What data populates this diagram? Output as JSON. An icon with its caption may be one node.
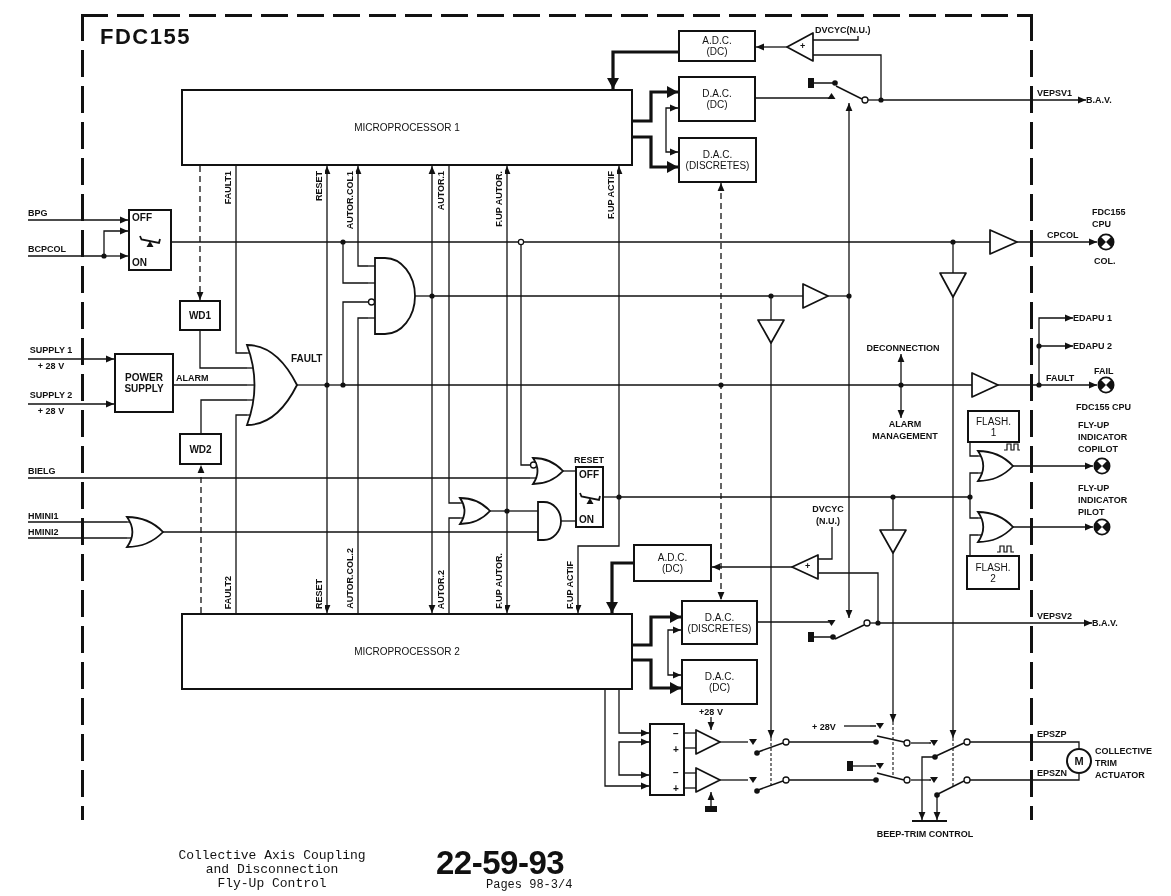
{
  "diagram": {
    "caption": "Collective Axis Coupling and Disconnection Fly-Up Control",
    "nodes": [
      {
        "text": [
          "FDC155"
        ]
      },
      {
        "text": [
          "MICROPROCESSOR 1"
        ],
        "in": 0
      },
      {
        "text": [
          "A.D.C. (DC)"
        ],
        "in": 0
      },
      {
        "text": [
          "D.A.C. (DC)"
        ],
        "in": 0
      },
      {
        "text": [
          "D.A.C. (DISCRETES)"
        ],
        "in": 0
      },
      {
        "text": [
          "OFF",
          "ON"
        ],
        "in": 0
      },
      {
        "text": [
          "WD1"
        ],
        "in": 0
      },
      {
        "text": [
          "POWER SUPPLY"
        ],
        "in": 0
      },
      {
        "text": [
          "WD2"
        ],
        "in": 0
      },
      {
        "text": [
          "OFF",
          "ON"
        ],
        "beside": [
          "RESET"
        ],
        "in": 0
      },
      {
        "text": [
          "A.D.C. (DC)"
        ],
        "in": 0
      },
      {
        "text": [
          "MICROPROCESSOR 2"
        ],
        "in": 0
      },
      {
        "text": [
          "D.A.C. (DISCRETES)"
        ],
        "in": 0
      },
      {
        "text": [
          "D.A.C. (DC)"
        ],
        "in": 0
      },
      {
        "text": [
          "FLASH. 1"
        ],
        "in": 0
      },
      {
        "text": [
          "FLASH. 2"
        ],
        "in": 0
      },
      {
        "text": [
          "−",
          "+",
          "−",
          "+"
        ],
        "in": 0
      },
      {
        "text": [
          "M"
        ],
        "beside": [
          "COLLECTIVE TRIM ACTUATOR"
        ]
      },
      {
        "text": [
          "BPG"
        ]
      },
      {
        "text": [
          "BCPCOL"
        ]
      },
      {
        "text": [
          "SUPPLY 1",
          "+ 28 V"
        ]
      },
      {
        "text": [
          "SUPPLY 2",
          "+ 28 V"
        ]
      },
      {
        "text": [
          "BIELG"
        ]
      },
      {
        "text": [
          "HMINI1"
        ]
      },
      {
        "text": [
          "HMINI2"
        ]
      },
      {
        "text": [
          "B.A.V."
        ]
      },
      {
        "text": [
          "B.A.V."
        ]
      },
      {
        "text": [
          "EDAPU 1"
        ]
      },
      {
        "text": [
          "EDAPU 2"
        ]
      },
      {
        "text": [],
        "shape": "circle",
        "beside": [
          "FDC155 CPU",
          "COL."
        ]
      },
      {
        "text": [],
        "shape": "circle",
        "beside": [
          "FAIL",
          "FDC155 CPU"
        ]
      },
      {
        "text": [],
        "shape": "circle",
        "beside": [
          "FLY-UP INDICATOR COPILOT"
        ]
      },
      {
        "text": [],
        "shape": "circle",
        "beside": [
          "FLY-UP INDICATOR PILOT"
        ]
      },
      {
        "text": [
          "DECONNECTION"
        ],
        "in": 0
      },
      {
        "text": [
          "ALARM MANAGEMENT"
        ],
        "in": 0
      },
      {
        "text": [
          "BEEP-TRIM CONTROL"
        ]
      },
      {
        "text": [
          "+28 V"
        ],
        "in": 0
      },
      {
        "text": [
          "+ 28V"
        ],
        "in": 0
      },
      {
        "text": [
          "+"
        ],
        "in": 0
      },
      {
        "text": [
          "+"
        ],
        "in": 0
      },
      {
        "text": [],
        "shape": "triangle",
        "in": 0
      },
      {
        "text": [],
        "shape": "triangle",
        "in": 0
      },
      {
        "text": [],
        "shape": "gate",
        "in": 0
      },
      {
        "text": [],
        "shape": "gate",
        "in": 0
      },
      {
        "text": [],
        "shape": "gate",
        "in": 0
      },
      {
        "text": [],
        "shape": "gate",
        "in": 0
      },
      {
        "text": [],
        "shape": "gate",
        "in": 0
      },
      {
        "text": [],
        "shape": "gate",
        "in": 0
      },
      {
        "text": [],
        "shape": "gate",
        "in": 0
      },
      {
        "text": [],
        "shape": "gate",
        "in": 0
      },
      {
        "text": [],
        "shape": "triangle",
        "in": 0
      },
      {
        "text": [],
        "shape": "triangle",
        "in": 0
      },
      {
        "text": [],
        "shape": "triangle",
        "in": 0
      },
      {
        "text": [],
        "shape": "triangle",
        "in": 0
      },
      {
        "text": [],
        "shape": "triangle",
        "in": 0
      },
      {
        "text": [],
        "shape": "triangle",
        "in": 0
      },
      {
        "text": [],
        "shape": "switch",
        "in": 0
      },
      {
        "text": [],
        "shape": "switch",
        "in": 0
      },
      {
        "text": [],
        "shape": "switch",
        "in": 0
      },
      {
        "text": [],
        "shape": "switch",
        "in": 0
      },
      {
        "text": [],
        "shape": "switch",
        "in": 0
      },
      {
        "text": [],
        "shape": "ground",
        "in": 0
      },
      {
        "text": [],
        "shape": "ground",
        "in": 0
      },
      {
        "text": [
          "DVCYC(N.U.)"
        ],
        "in": 0
      },
      {
        "text": [
          "DVCYC (N.U.)"
        ],
        "in": 0
      }
    ],
    "edges": [
      {
        "from": 2,
        "to": 1,
        "arrow": "to",
        "style": "thick"
      },
      {
        "from": 1,
        "to": 3,
        "arrow": "to",
        "style": "thick"
      },
      {
        "from": 1,
        "to": 4,
        "arrow": "to",
        "style": "thick"
      },
      {
        "from": 3,
        "to": 4,
        "arrow": "both"
      },
      {
        "from": 38,
        "to": 2,
        "arrow": "to"
      },
      {
        "from": 63,
        "to": 38,
        "arrow": "none"
      },
      {
        "from": 3,
        "to": 56,
        "arrow": "none"
      },
      {
        "from": 56,
        "to": 38,
        "arrow": "none"
      },
      {
        "from": 56,
        "to": 25,
        "arrow": "to",
        "label": "VEPSV1"
      },
      {
        "from": 1,
        "to": 6,
        "arrow": "to",
        "style": "dashed"
      },
      {
        "from": 18,
        "to": 5,
        "arrow": "to"
      },
      {
        "from": 19,
        "to": 5,
        "arrow": "to"
      },
      {
        "from": 19,
        "to": 5,
        "arrow": "to"
      },
      {
        "from": 5,
        "to": 50,
        "arrow": "none"
      },
      {
        "from": 50,
        "to": 29,
        "arrow": "to",
        "label": "CPCOL"
      },
      {
        "from": 5,
        "to": 43,
        "arrow": "none"
      },
      {
        "from": 5,
        "to": 44,
        "arrow": "none"
      },
      {
        "from": 5,
        "to": 54,
        "arrow": "none"
      },
      {
        "from": 20,
        "to": 7,
        "arrow": "to"
      },
      {
        "from": 21,
        "to": 7,
        "arrow": "to"
      },
      {
        "from": 1,
        "to": 42,
        "arrow": "none",
        "label": "FAULT1"
      },
      {
        "from": 6,
        "to": 42,
        "arrow": "none"
      },
      {
        "from": 7,
        "to": 42,
        "arrow": "none",
        "label": "ALARM"
      },
      {
        "from": 8,
        "to": 42,
        "arrow": "none"
      },
      {
        "from": 11,
        "to": 42,
        "arrow": "none",
        "label": "FAULT2"
      },
      {
        "from": 11,
        "to": 8,
        "arrow": "to",
        "style": "dashed"
      },
      {
        "from": 42,
        "to": 1,
        "arrow": "to",
        "label": "RESET"
      },
      {
        "from": 42,
        "to": 11,
        "arrow": "to",
        "label": "RESET"
      },
      {
        "from": 42,
        "to": 43,
        "arrow": "none"
      },
      {
        "from": 4,
        "to": 12,
        "arrow": "both",
        "style": "dashed"
      },
      {
        "from": 42,
        "to": 33,
        "arrow": "to"
      },
      {
        "from": 42,
        "to": 34,
        "arrow": "to"
      },
      {
        "from": 42,
        "to": 52,
        "arrow": "none"
      },
      {
        "from": 52,
        "to": 30,
        "arrow": "to",
        "label": "FAULT"
      },
      {
        "from": 52,
        "to": 27,
        "arrow": "to"
      },
      {
        "from": 52,
        "to": 28,
        "arrow": "to"
      },
      {
        "from": 43,
        "to": 1,
        "arrow": "to",
        "label": "AUTOR.COL1"
      },
      {
        "from": 11,
        "to": 43,
        "arrow": "none",
        "label": "AUTOR.COL.2"
      },
      {
        "from": 43,
        "to": 11,
        "arrow": "to"
      },
      {
        "from": 43,
        "to": 1,
        "arrow": "to"
      },
      {
        "from": 43,
        "to": 51,
        "arrow": "none"
      },
      {
        "from": 43,
        "to": 53,
        "arrow": "none"
      },
      {
        "from": 51,
        "to": 56,
        "arrow": "to"
      },
      {
        "from": 51,
        "to": 57,
        "arrow": "to"
      },
      {
        "from": 53,
        "to": 58,
        "arrow": "to"
      },
      {
        "from": 54,
        "to": 60,
        "arrow": "to"
      },
      {
        "from": 1,
        "to": 45,
        "arrow": "none",
        "label": "AUTOR.1"
      },
      {
        "from": 11,
        "to": 45,
        "arrow": "none",
        "label": "AUTOR.2"
      },
      {
        "from": 45,
        "to": 1,
        "arrow": "to",
        "label": "F.UP AUTOR."
      },
      {
        "from": 45,
        "to": 11,
        "arrow": "to",
        "label": "F.UP AUTOR."
      },
      {
        "from": 45,
        "to": 46,
        "arrow": "none"
      },
      {
        "from": 22,
        "to": 44,
        "arrow": "none"
      },
      {
        "from": 23,
        "to": 47,
        "arrow": "none"
      },
      {
        "from": 24,
        "to": 47,
        "arrow": "none"
      },
      {
        "from": 47,
        "to": 46,
        "arrow": "none"
      },
      {
        "from": 44,
        "to": 9,
        "arrow": "none"
      },
      {
        "from": 46,
        "to": 9,
        "arrow": "none"
      },
      {
        "from": 9,
        "to": 1,
        "arrow": "to",
        "label": "F.UP ACTIF"
      },
      {
        "from": 9,
        "to": 11,
        "arrow": "to",
        "label": "F.UP ACTIF"
      },
      {
        "from": 9,
        "to": 48,
        "arrow": "none"
      },
      {
        "from": 9,
        "to": 49,
        "arrow": "none"
      },
      {
        "from": 9,
        "to": 55,
        "arrow": "none"
      },
      {
        "from": 55,
        "to": 59,
        "arrow": "to"
      },
      {
        "from": 14,
        "to": 48,
        "arrow": "none"
      },
      {
        "from": 15,
        "to": 49,
        "arrow": "none"
      },
      {
        "from": 48,
        "to": 31,
        "arrow": "to"
      },
      {
        "from": 49,
        "to": 32,
        "arrow": "to"
      },
      {
        "from": 10,
        "to": 11,
        "arrow": "to",
        "style": "thick"
      },
      {
        "from": 39,
        "to": 10,
        "arrow": "to"
      },
      {
        "from": 64,
        "to": 39,
        "arrow": "none"
      },
      {
        "from": 57,
        "to": 39,
        "arrow": "none"
      },
      {
        "from": 12,
        "to": 57,
        "arrow": "none"
      },
      {
        "from": 57,
        "to": 26,
        "arrow": "to",
        "label": "VEPSV2"
      },
      {
        "from": 11,
        "to": 12,
        "arrow": "to",
        "style": "thick"
      },
      {
        "from": 11,
        "to": 13,
        "arrow": "to",
        "style": "thick"
      },
      {
        "from": 12,
        "to": 13,
        "arrow": "both"
      },
      {
        "from": 11,
        "to": 16,
        "arrow": "to"
      },
      {
        "from": 11,
        "to": 16,
        "arrow": "to"
      },
      {
        "from": 16,
        "to": 16,
        "arrow": "both"
      },
      {
        "from": 16,
        "to": 40,
        "arrow": "none"
      },
      {
        "from": 16,
        "to": 40,
        "arrow": "none"
      },
      {
        "from": 16,
        "to": 41,
        "arrow": "none"
      },
      {
        "from": 16,
        "to": 41,
        "arrow": "none"
      },
      {
        "from": 36,
        "to": 40,
        "arrow": "to"
      },
      {
        "from": 61,
        "to": 41,
        "arrow": "to"
      },
      {
        "from": 40,
        "to": 58,
        "arrow": "none"
      },
      {
        "from": 41,
        "to": 58,
        "arrow": "none"
      },
      {
        "from": 58,
        "to": 59,
        "arrow": "none"
      },
      {
        "from": 58,
        "to": 59,
        "arrow": "none"
      },
      {
        "from": 37,
        "to": 59,
        "arrow": "none"
      },
      {
        "from": 62,
        "to": 59,
        "arrow": "none"
      },
      {
        "from": 59,
        "to": 60,
        "arrow": "none"
      },
      {
        "from": 59,
        "to": 60,
        "arrow": "none"
      },
      {
        "from": 60,
        "to": 17,
        "arrow": "none",
        "label": "EPSZP"
      },
      {
        "from": 60,
        "to": 17,
        "arrow": "none",
        "label": "EPSZN"
      },
      {
        "from": 60,
        "to": 35,
        "arrow": "to"
      },
      {
        "from": 60,
        "to": 35,
        "arrow": "to"
      }
    ],
    "labels": [
      "FAULT",
      "22-59-93",
      "Pages 98-3/4"
    ]
  }
}
